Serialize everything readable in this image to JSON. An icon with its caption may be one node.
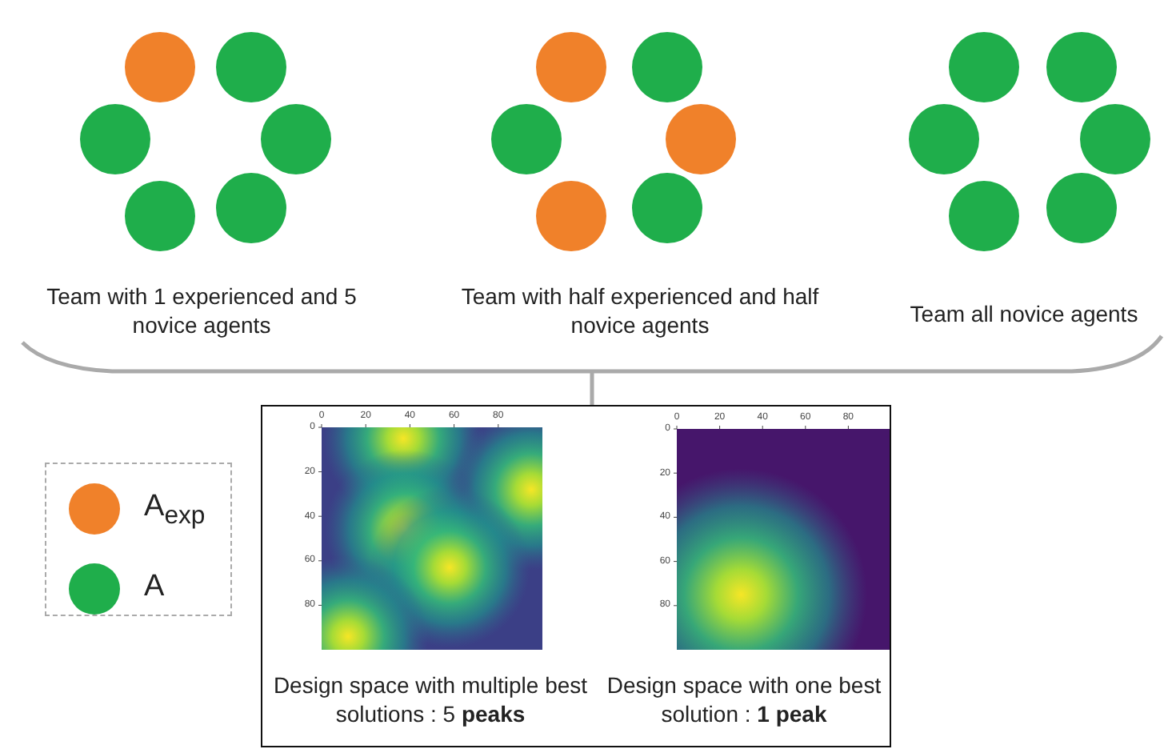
{
  "diagram": {
    "nodes": [
      {
        "text": [
          "Team with 1 experienced and 5 novice agents"
        ]
      },
      {
        "text": [
          "Team with half experienced and half novice agents"
        ]
      },
      {
        "text": [
          "Team all novice agents"
        ]
      },
      {
        "text": [],
        "shape": "box"
      },
      {
        "text": [
          "Design space with multiple best solutions : 5 **peaks**"
        ],
        "in": 3
      },
      {
        "text": [
          "Design space with one best solution : **1 peak**"
        ],
        "in": 3
      }
    ],
    "edges": [],
    "labels": [
      "0",
      "20",
      "40",
      "60",
      "80",
      "0",
      "20",
      "40",
      "60",
      "80",
      "0",
      "20",
      "40",
      "60",
      "80",
      "0",
      "20",
      "40",
      "60",
      "80"
    ],
    "legend": [
      {
        "text": "A$_{exp}$",
        "color": "#f0812a"
      },
      {
        "text": "A",
        "color": "#1fae4b"
      }
    ]
  }
}
